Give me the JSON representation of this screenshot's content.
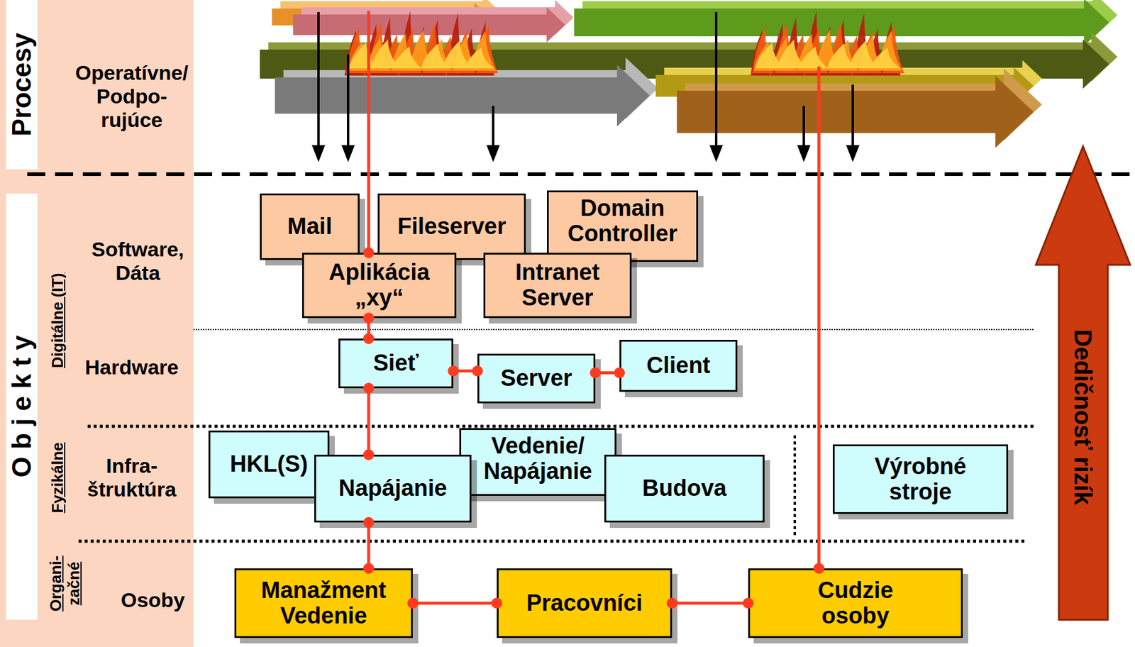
{
  "diagram": {
    "nodes": [
      {
        "text": [
          "Mail"
        ]
      },
      {
        "text": [
          "Fileserver"
        ]
      },
      {
        "text": [
          "Domain Controller"
        ]
      },
      {
        "text": [
          "Aplikácia „xy“"
        ]
      },
      {
        "text": [
          "Intranet Server"
        ]
      },
      {
        "text": [
          "Sieť"
        ]
      },
      {
        "text": [
          "Server"
        ]
      },
      {
        "text": [
          "Client"
        ]
      },
      {
        "text": [
          "HKL(S)"
        ]
      },
      {
        "text": [
          "Vedenie/ Napájanie"
        ]
      },
      {
        "text": [
          "Napájanie"
        ]
      },
      {
        "text": [
          "Budova"
        ]
      },
      {
        "text": [
          "Výrobné stroje"
        ]
      },
      {
        "text": [
          "Manažment Vedenie"
        ]
      },
      {
        "text": [
          "Pracovníci"
        ]
      },
      {
        "text": [
          "Cudzie osoby"
        ]
      }
    ],
    "edges": [
      {
        "from": 3,
        "to": 5,
        "arrow": "none"
      },
      {
        "from": 5,
        "to": 10,
        "arrow": "none"
      },
      {
        "from": 10,
        "to": 13,
        "arrow": "none"
      },
      {
        "from": 5,
        "to": 6,
        "arrow": "none"
      },
      {
        "from": 6,
        "to": 7,
        "arrow": "none"
      },
      {
        "from": 13,
        "to": 14,
        "arrow": "none"
      },
      {
        "from": 14,
        "to": 15,
        "arrow": "none"
      }
    ],
    "labels": [
      "Procesy",
      "Operatívne/ Podpo- rujúce",
      "O b j e k t y",
      "Digitálne (IT)",
      "Software, Dáta",
      "Hardware",
      "Fyzikálne",
      "Infra- štruktúra",
      "Organi- začné",
      "Osoby",
      "Dedičnosť rizík"
    ]
  }
}
